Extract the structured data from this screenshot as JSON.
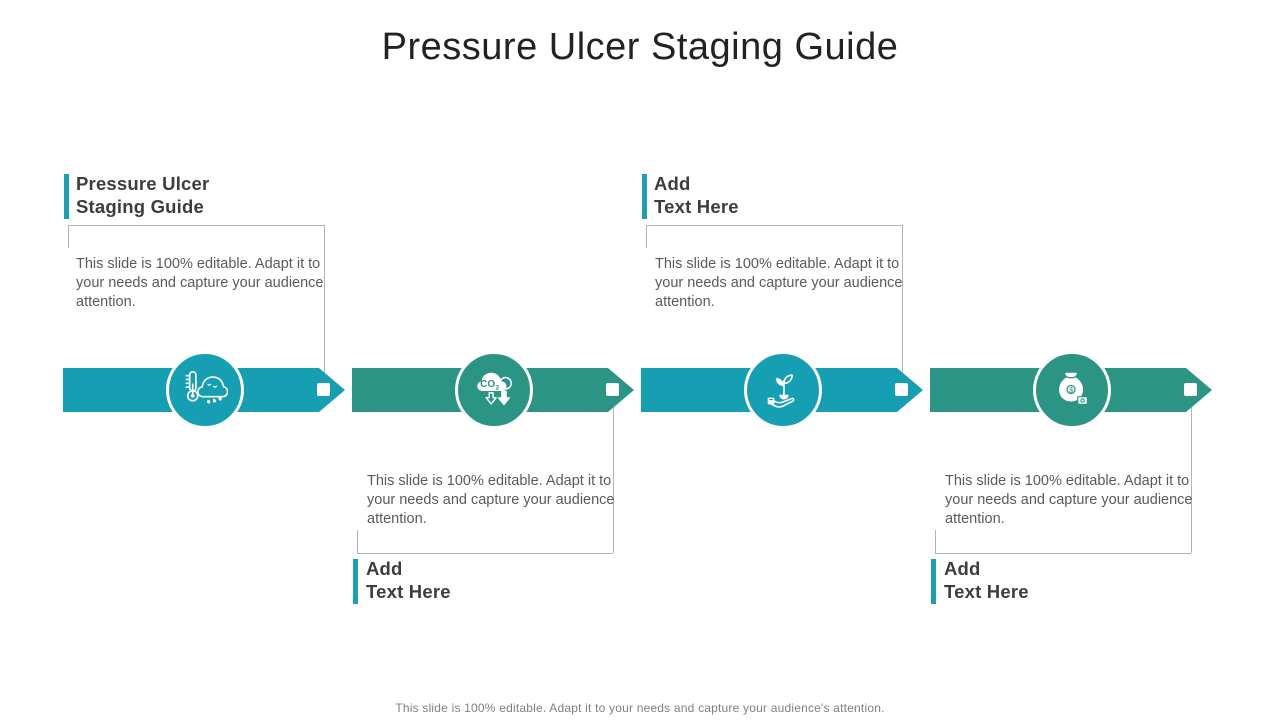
{
  "slide": {
    "title": "Pressure Ulcer Staging Guide",
    "footer": "This slide is 100% editable. Adapt it to your needs and capture your audience's attention.",
    "colors": {
      "teal_cyan": "#169FB2",
      "teal_green": "#2B9484",
      "accent_bar": "#1FA0AE",
      "connector_line": "#B3B3B3",
      "heading_text": "#3D3D3D",
      "body_text": "#5A5A5A",
      "title_text": "#222222",
      "footer_text": "#808080"
    }
  },
  "steps": [
    {
      "heading_line1": "Pressure Ulcer",
      "heading_line2": "Staging Guide",
      "body": "This slide is 100% editable. Adapt it to your needs and capture your audience attention.",
      "color": "#169FB2",
      "icon": "thermometer-humidity-icon",
      "callout_position": "top"
    },
    {
      "heading_line1": "Add",
      "heading_line2": "Text Here",
      "body": "This slide is 100% editable. Adapt it to your needs and capture your audience attention.",
      "color": "#2B9484",
      "icon": "co2-reduction-icon",
      "callout_position": "bottom"
    },
    {
      "heading_line1": "Add",
      "heading_line2": "Text Here",
      "body": "This slide is 100% editable. Adapt it to your needs and capture your audience attention.",
      "color": "#169FB2",
      "icon": "plant-growth-icon",
      "callout_position": "top"
    },
    {
      "heading_line1": "Add",
      "heading_line2": "Text Here",
      "body": "This slide is 100% editable. Adapt it to your needs and capture your audience attention.",
      "color": "#2B9484",
      "icon": "money-bag-icon",
      "callout_position": "bottom"
    }
  ]
}
